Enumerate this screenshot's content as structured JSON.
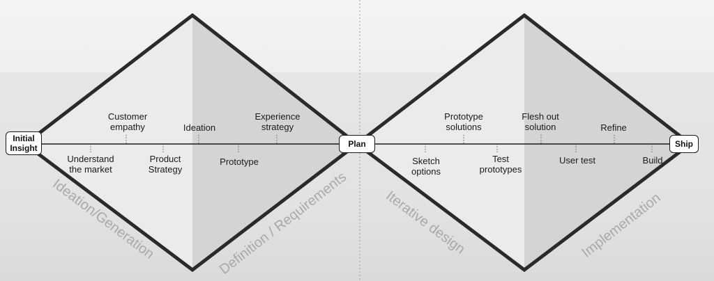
{
  "nodes": {
    "initial_insight": "Initial\nInsight",
    "plan": "Plan",
    "ship": "Ship"
  },
  "steps_above": {
    "customer_empathy": "Customer\nempathy",
    "ideation": "Ideation",
    "experience_strategy": "Experience\nstrategy",
    "prototype_solutions": "Prototype\nsolutions",
    "flesh_out_solution": "Flesh out\nsolution",
    "refine": "Refine"
  },
  "steps_below": {
    "understand_market": "Understand\nthe market",
    "product_strategy": "Product\nStrategy",
    "prototype": "Prototype",
    "sketch_options": "Sketch\noptions",
    "test_prototypes": "Test\nprototypes",
    "user_test": "User test",
    "build": "Build"
  },
  "phases": {
    "ideation_generation": "Ideation/Generation",
    "definition_requirements": "Definition / Requirements",
    "iterative_design": "Iterative design",
    "implementation": "Implementation"
  },
  "colors": {
    "diamond_light": "#ebebeb",
    "diamond_dark": "#d4d4d4",
    "outline": "#2a2a2a",
    "phase_text": "#a9a9a9"
  }
}
